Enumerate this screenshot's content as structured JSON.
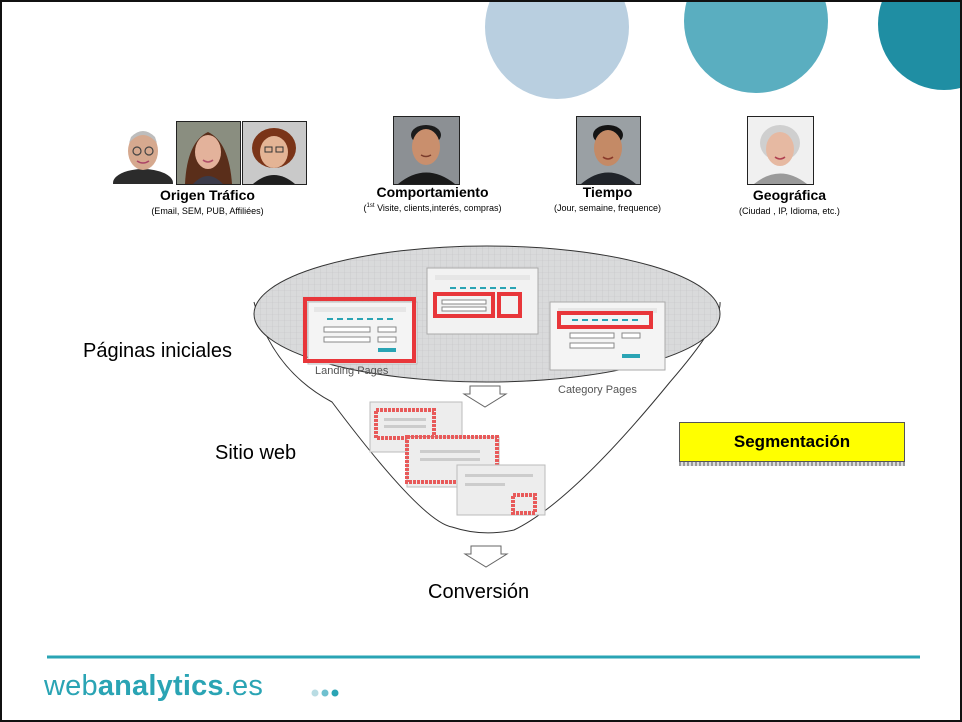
{
  "segments": [
    {
      "title": "Origen Tráfico",
      "subtitle": "(Email, SEM, PUB, Affiliées)"
    },
    {
      "title": "Comportamiento",
      "subtitle_sup": "1st",
      "subtitle": "Visite, clients,interés, compras)"
    },
    {
      "title": "Tiempo",
      "subtitle": "(Jour, semaine, frequence)"
    },
    {
      "title": "Geográfica",
      "subtitle": "(Ciudad , IP, Idioma, etc.)"
    }
  ],
  "funnel": {
    "stage_landing": "Páginas iniciales",
    "stage_site": "Sitio web",
    "landing_pages_label": "Landing Pages",
    "category_pages_label": "Category Pages",
    "conversion": "Conversión"
  },
  "badge": "Segmentación",
  "footer": {
    "brand_light": "web",
    "brand_bold": "analytics",
    "brand_suffix": ".es"
  },
  "colors": {
    "teal": "#2aa4b4",
    "circle_light": "#b8cfe0",
    "circle_mid": "#5aaebf",
    "circle_dark": "#1a8aa0",
    "highlight_red": "#e8363a",
    "badge_yellow": "#ffff00"
  }
}
